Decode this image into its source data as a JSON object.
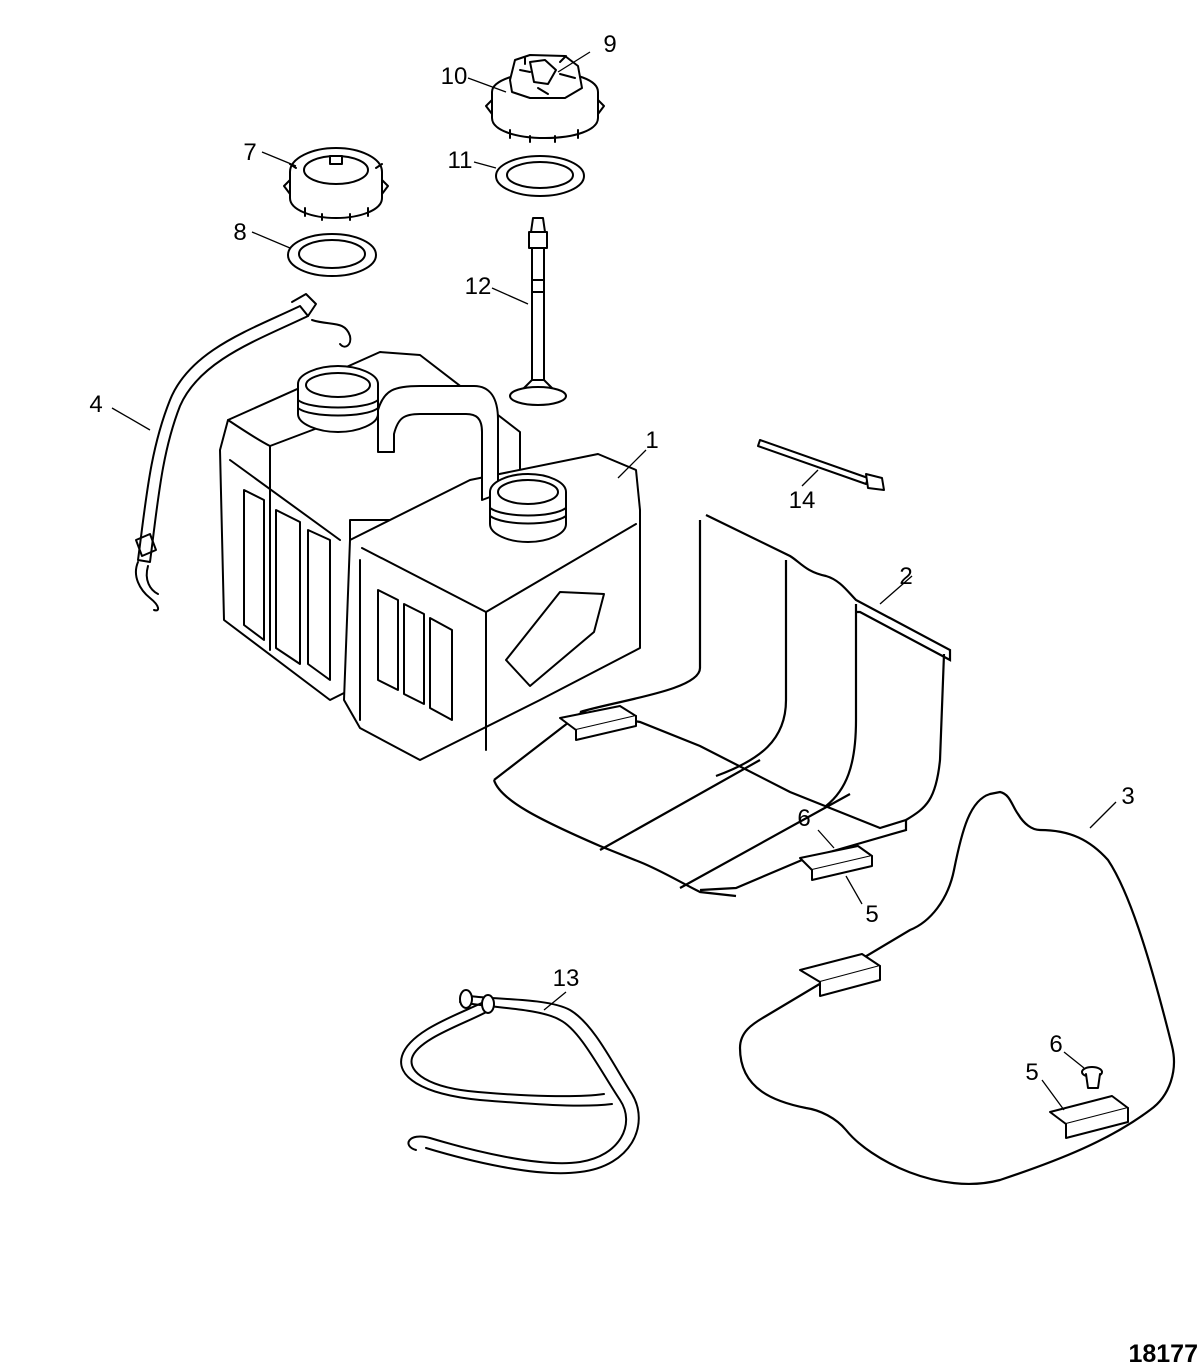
{
  "callouts": [
    {
      "id": "c1",
      "text": "1"
    },
    {
      "id": "c2",
      "text": "2"
    },
    {
      "id": "c3",
      "text": "3"
    },
    {
      "id": "c4",
      "text": "4"
    },
    {
      "id": "c5a",
      "text": "5"
    },
    {
      "id": "c5b",
      "text": "5"
    },
    {
      "id": "c6a",
      "text": "6"
    },
    {
      "id": "c6b",
      "text": "6"
    },
    {
      "id": "c7",
      "text": "7"
    },
    {
      "id": "c8",
      "text": "8"
    },
    {
      "id": "c9",
      "text": "9"
    },
    {
      "id": "c10",
      "text": "10"
    },
    {
      "id": "c11",
      "text": "11"
    },
    {
      "id": "c12",
      "text": "12"
    },
    {
      "id": "c13",
      "text": "13"
    },
    {
      "id": "c14",
      "text": "14"
    }
  ],
  "figure_number": "18177"
}
